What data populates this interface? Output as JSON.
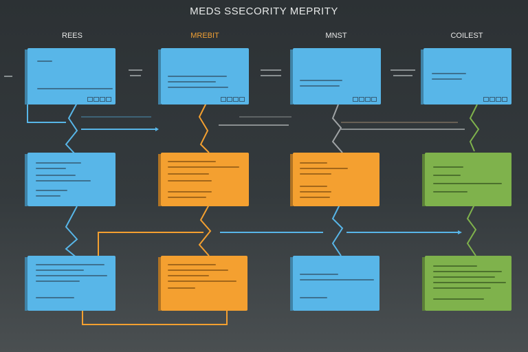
{
  "title": "MEDS SSECORITY MEPRITY",
  "columns": [
    {
      "label": "REES",
      "accent": false
    },
    {
      "label": "MREBIT",
      "accent": true
    },
    {
      "label": "MNST",
      "accent": false
    },
    {
      "label": "COILEST",
      "accent": false
    }
  ],
  "colors": {
    "blue": "#58b6e8",
    "orange": "#f4a030",
    "green": "#7fb24c",
    "background": "#2f3437"
  }
}
